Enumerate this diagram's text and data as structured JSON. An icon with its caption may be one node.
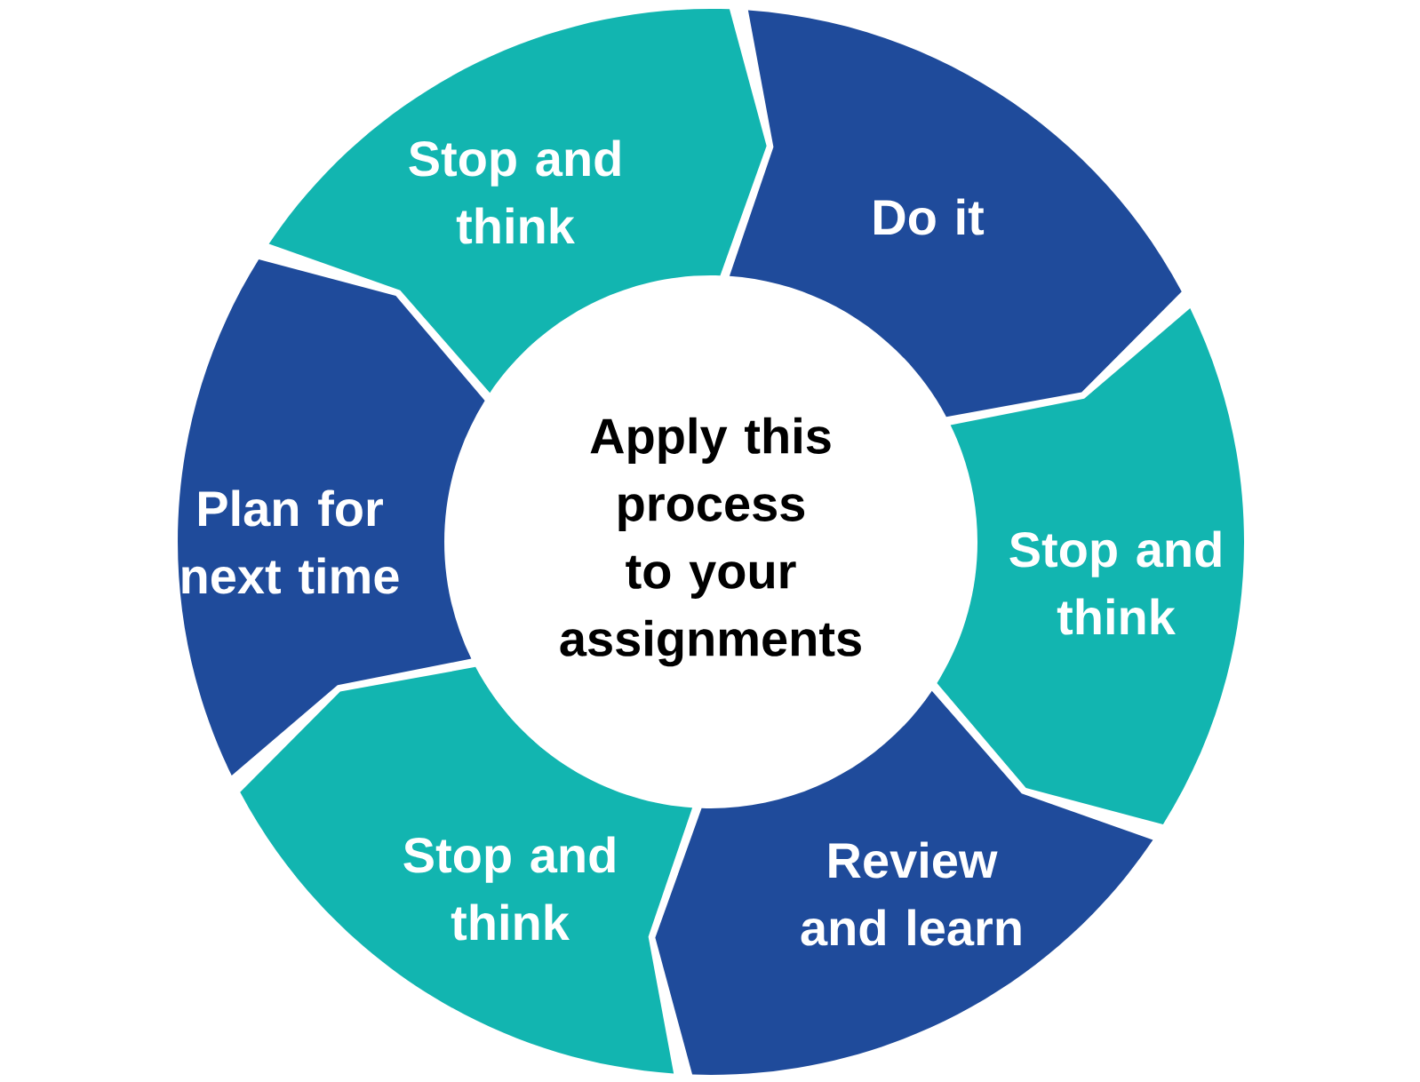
{
  "diagram": {
    "nodes": [
      {
        "text": [
          "Apply this process to your assignments"
        ]
      },
      {
        "text": [
          "Stop and think"
        ]
      },
      {
        "text": [
          "Do it"
        ]
      },
      {
        "text": [
          "Stop and think"
        ]
      },
      {
        "text": [
          "Review and learn"
        ]
      },
      {
        "text": [
          "Stop and think"
        ]
      },
      {
        "text": [
          "Plan for next time"
        ]
      }
    ]
  }
}
